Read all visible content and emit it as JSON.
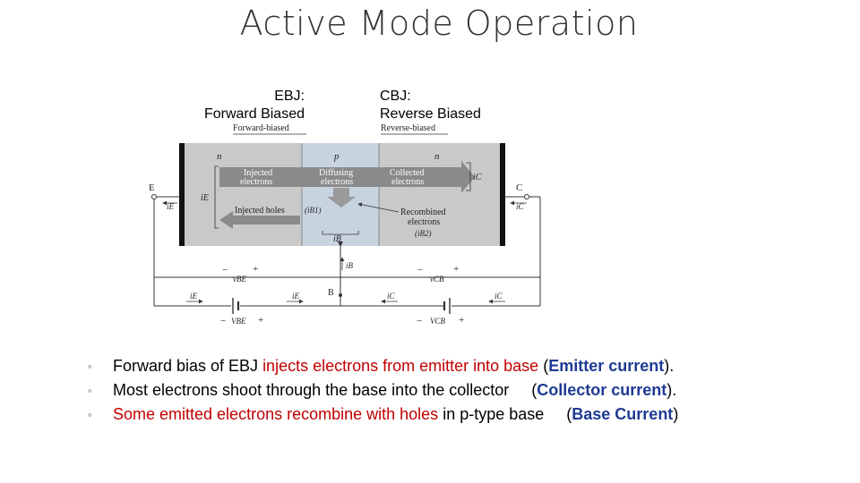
{
  "title": "Active Mode Operation",
  "labels": {
    "ebj_line1": "EBJ:",
    "ebj_line2": "Forward Biased",
    "cbj_line1": "CBJ:",
    "cbj_line2": "Reverse Biased"
  },
  "figure": {
    "forward_biased": "Forward-biased",
    "reverse_biased": "Reverse-biased",
    "n_left": "n",
    "p_mid": "p",
    "n_right": "n",
    "injected_electrons": [
      "Injected",
      "electrons"
    ],
    "diffusing_electrons": [
      "Diffusing",
      "electrons"
    ],
    "collected_electrons": [
      "Collected",
      "electrons"
    ],
    "injected_holes": "Injected holes",
    "injected_holes_current": "(iB1)",
    "recombined": [
      "Recombined",
      "electrons"
    ],
    "recombined_current": "(iB2)",
    "E": "E",
    "C": "C",
    "B": "B",
    "iE": "iE",
    "iC": "iC",
    "iB": "iB",
    "vBE": "vBE",
    "vCB": "vCB",
    "VBE": "VBE",
    "VCB": "VCB",
    "minus": "−",
    "plus": "+"
  },
  "bullets": [
    {
      "segments": [
        {
          "text": "Forward bias of EBJ ",
          "style": "plain"
        },
        {
          "text": "injects electrons from emitter into base",
          "style": "red"
        },
        {
          "text": "  (",
          "style": "plain"
        },
        {
          "text": "Emitter current",
          "style": "blue"
        },
        {
          "text": ").",
          "style": "plain"
        }
      ]
    },
    {
      "segments": [
        {
          "text": "Most electrons shoot through the base into the collector     (",
          "style": "plain"
        },
        {
          "text": "Collector current",
          "style": "blue"
        },
        {
          "text": ").",
          "style": "plain"
        }
      ]
    },
    {
      "segments": [
        {
          "text": "Some emitted electrons recombine with holes",
          "style": "red"
        },
        {
          "text": " in p-type base     (",
          "style": "plain"
        },
        {
          "text": "Base Current",
          "style": "blue"
        },
        {
          "text": ")",
          "style": "plain"
        }
      ]
    }
  ]
}
